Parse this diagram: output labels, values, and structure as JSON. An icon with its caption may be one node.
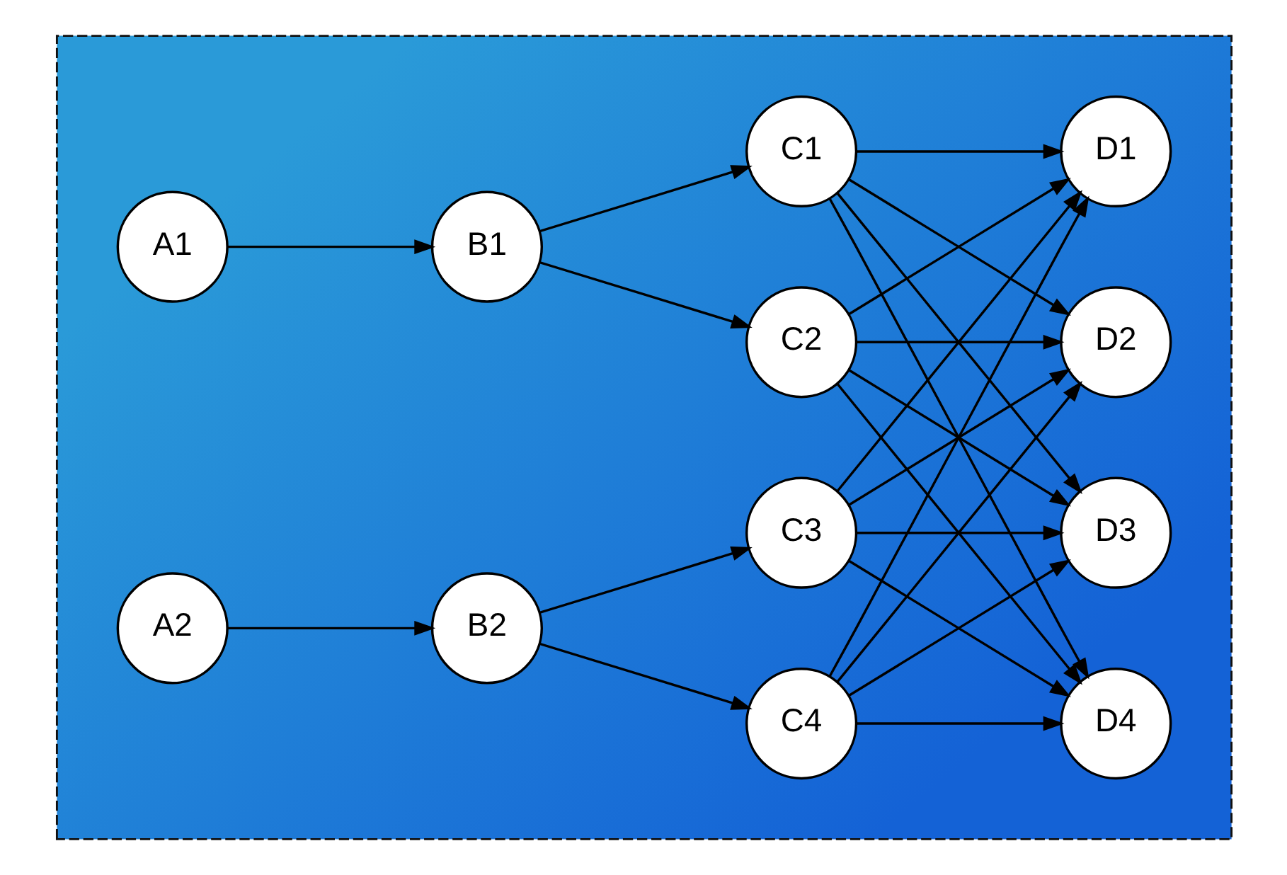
{
  "diagram": {
    "nodes": [
      {
        "text": [],
        "shape": "box"
      },
      {
        "text": [
          "A1"
        ],
        "in": 0
      },
      {
        "text": [
          "A2"
        ],
        "in": 0
      },
      {
        "text": [
          "B1"
        ],
        "in": 0
      },
      {
        "text": [
          "B2"
        ],
        "in": 0
      },
      {
        "text": [
          "C1"
        ],
        "in": 0
      },
      {
        "text": [
          "C2"
        ],
        "in": 0
      },
      {
        "text": [
          "C3"
        ],
        "in": 0
      },
      {
        "text": [
          "C4"
        ],
        "in": 0
      },
      {
        "text": [
          "D1"
        ],
        "in": 0
      },
      {
        "text": [
          "D2"
        ],
        "in": 0
      },
      {
        "text": [
          "D3"
        ],
        "in": 0
      },
      {
        "text": [
          "D4"
        ],
        "in": 0
      }
    ],
    "edges": [
      {
        "from": 1,
        "to": 3,
        "arrow": "to"
      },
      {
        "from": 2,
        "to": 4,
        "arrow": "to"
      },
      {
        "from": 3,
        "to": 6,
        "arrow": "to"
      },
      {
        "from": 3,
        "to": 5,
        "arrow": "to"
      },
      {
        "from": 4,
        "to": 8,
        "arrow": "to"
      },
      {
        "from": 4,
        "to": 7,
        "arrow": "to"
      },
      {
        "from": 5,
        "to": 12,
        "arrow": "to"
      },
      {
        "from": 5,
        "to": 11,
        "arrow": "to"
      },
      {
        "from": 5,
        "to": 10,
        "arrow": "to"
      },
      {
        "from": 5,
        "to": 9,
        "arrow": "to"
      },
      {
        "from": 6,
        "to": 12,
        "arrow": "to"
      },
      {
        "from": 6,
        "to": 11,
        "arrow": "to"
      },
      {
        "from": 6,
        "to": 10,
        "arrow": "to"
      },
      {
        "from": 6,
        "to": 9,
        "arrow": "to"
      },
      {
        "from": 7,
        "to": 12,
        "arrow": "to"
      },
      {
        "from": 7,
        "to": 11,
        "arrow": "to"
      },
      {
        "from": 7,
        "to": 10,
        "arrow": "to"
      },
      {
        "from": 7,
        "to": 9,
        "arrow": "to"
      },
      {
        "from": 8,
        "to": 12,
        "arrow": "to"
      },
      {
        "from": 8,
        "to": 11,
        "arrow": "to"
      },
      {
        "from": 8,
        "to": 10,
        "arrow": "to"
      },
      {
        "from": 8,
        "to": 9,
        "arrow": "to"
      }
    ]
  }
}
